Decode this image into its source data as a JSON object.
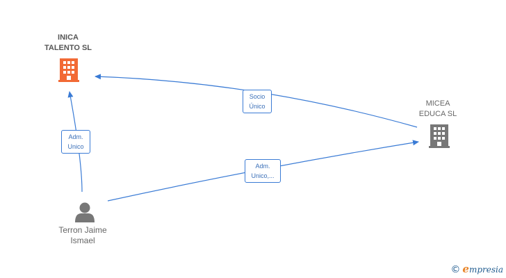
{
  "nodes": {
    "inica": {
      "line1": "INICA",
      "line2": "TALENTO  SL",
      "icon": "building-icon",
      "color": "#f26a35"
    },
    "micea": {
      "line1": "MICEA",
      "line2": "EDUCA  SL",
      "icon": "building-icon",
      "color": "#777777"
    },
    "terron": {
      "line1": "Terron Jaime",
      "line2": "Ismael",
      "icon": "person-icon",
      "color": "#777777"
    }
  },
  "edges": {
    "socio": {
      "line1": "Socio",
      "line2": "Único"
    },
    "adm_inica": {
      "line1": "Adm.",
      "line2": "Unico"
    },
    "adm_micea": {
      "line1": "Adm.",
      "line2": "Unico,..."
    }
  },
  "colors": {
    "edge": "#3a7bd5"
  },
  "brand": {
    "copyright": "©",
    "e": "e",
    "rest": "mpresia"
  }
}
